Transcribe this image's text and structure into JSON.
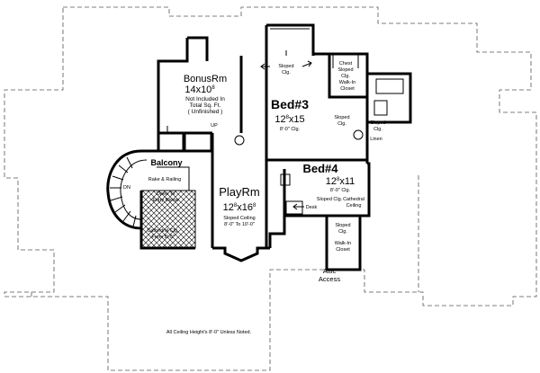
{
  "rooms": {
    "bonus": {
      "name": "BonusRm",
      "size": "14x10",
      "size_sup": "8",
      "note1": "Not Included In",
      "note2": "Total Sq. Ft.",
      "note3": "( Unfinished )"
    },
    "bed3": {
      "name": "Bed#3",
      "size_a": "12",
      "size_a_sup": "8",
      "size_b": "x15",
      "note": "8'-0\" Clg."
    },
    "bed4": {
      "name": "Bed#4",
      "size_a": "12",
      "size_a_sup": "8",
      "size_b": "x11",
      "note": "8'-0\" Clg."
    },
    "playrm": {
      "name": "PlayRm",
      "size_a": "12",
      "size_a_sup": "8",
      "size_b": "x16",
      "size_b_sup": "8",
      "note1": "Sloped Ceiling",
      "note2": "8'-0\" To 10'-0\""
    },
    "balcony": {
      "name": "Balcony"
    }
  },
  "labels": {
    "sloped_clg_top": "Sloped",
    "sloped_clg_top2": "Clg.",
    "chest_sloped": "Chest",
    "chest_sloped2": "Sloped",
    "chest_sloped3": "Clg.",
    "walkin_closet_top": "Walk-In",
    "walkin_closet_top2": "Closet",
    "sloped_clg_right": "Sloped",
    "sloped_clg_right2": "Clg.",
    "linen": "Linen",
    "sloped_clg_bed3": "Sloped",
    "sloped_clg_bed3b": "Clg.",
    "sloped_clg_bed4": "Sloped Clg.",
    "desk": "Desk",
    "cathedral_ceiling": "Cathedral",
    "cathedral_ceiling2": "Ceiling",
    "sloped_clg_low": "Sloped",
    "sloped_clg_low2": "Clg.",
    "walkin_closet_low": "Walk-In",
    "walkin_closet_low2": "Closet",
    "attic": "Attic",
    "access": "Access",
    "up": "UP",
    "dn": "DN",
    "rail1": "Rake & Railing",
    "open1": "Open To",
    "open2": "Entry Below",
    "cath1": "Cathedral Clg.",
    "cath2": "From 8'-0\"",
    "footnote": "All Ceiling Height's 8'-0\" Unless Noted."
  }
}
